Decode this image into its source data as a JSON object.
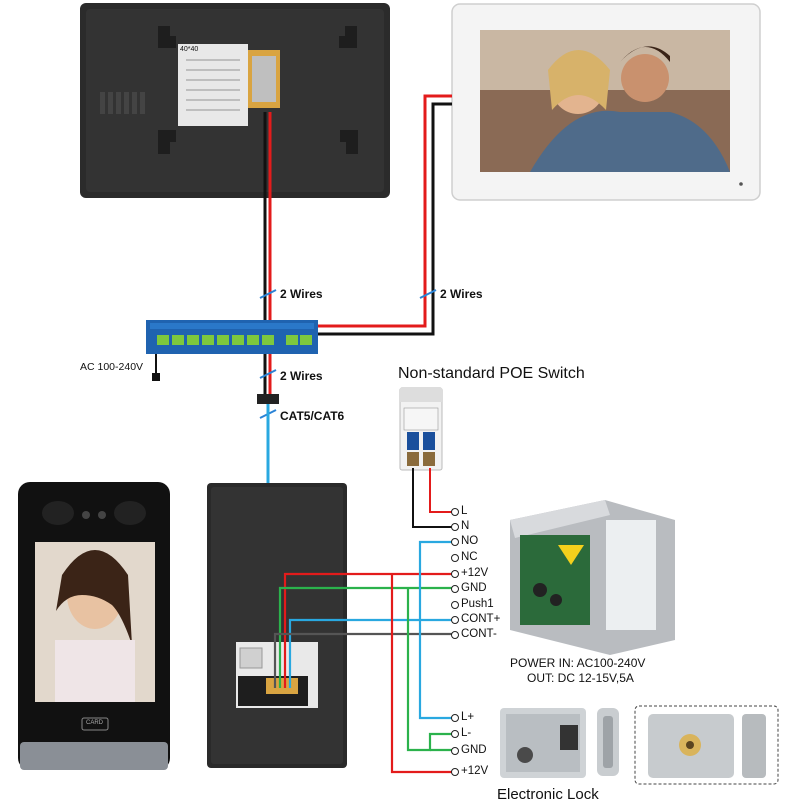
{
  "labels": {
    "wires_1": "2 Wires",
    "wires_2": "2 Wires",
    "wires_3": "2 Wires",
    "cat": "CAT5/CAT6",
    "ac_input": "AC 100-240V",
    "poe_switch": "Non-standard POE Switch",
    "power_in": "POWER  IN: AC100-240V",
    "power_out": "OUT: DC 12-15V,5A",
    "lock": "Electronic Lock",
    "back_label": "40*40",
    "card": "CARD"
  },
  "terminals": {
    "breaker": [
      "L",
      "N"
    ],
    "panel": [
      "NO",
      "NC",
      "+12V",
      "GND",
      "Push1",
      "CONT+",
      "CONT-"
    ],
    "lock": [
      "L+",
      "L-",
      "GND",
      "+12V"
    ]
  },
  "colors": {
    "wire_red": "#e31b1b",
    "wire_black": "#111111",
    "wire_blue": "#29a8e0",
    "wire_green": "#2bb24c",
    "wire_gray": "#555555",
    "switch_blue": "#1f63b0",
    "poe_led": "#7dc83e"
  }
}
